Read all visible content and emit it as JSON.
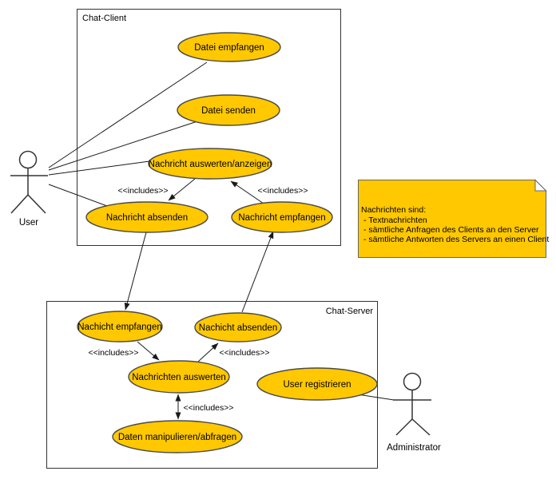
{
  "diagram": {
    "colors": {
      "usecase_fill": "#FFC800",
      "usecase_stroke": "#4a4a4a",
      "note_fill": "#FFC800",
      "line": "#1a1a1a"
    },
    "client": {
      "title": "Chat-Client",
      "usecases": [
        {
          "label": "Datei empfangen"
        },
        {
          "label": "Datei senden"
        },
        {
          "label": "Nachricht auswerten/anzeigen"
        },
        {
          "label": "Nachricht absenden"
        },
        {
          "label": "Nachricht empfangen"
        }
      ],
      "include_labels": [
        "<<includes>>",
        "<<includes>>"
      ]
    },
    "server": {
      "title": "Chat-Server",
      "usecases": [
        {
          "label": "Nachicht empfangen"
        },
        {
          "label": "Nachicht absenden"
        },
        {
          "label": "Nachrichten auswerten"
        },
        {
          "label": "Daten manipulieren/abfragen"
        },
        {
          "label": "User registrieren"
        }
      ],
      "include_labels": [
        "<<includes>>",
        "<<includes>>",
        "<<includes>>"
      ]
    },
    "actors": [
      {
        "label": "User"
      },
      {
        "label": "Administrator"
      }
    ],
    "note": {
      "lines": [
        "Nachrichten sind:",
        "- Textnachrichten",
        "- sämtliche Anfragen des Clients an den Server",
        "- sämtliche Antworten des Servers an einen Client"
      ]
    }
  }
}
